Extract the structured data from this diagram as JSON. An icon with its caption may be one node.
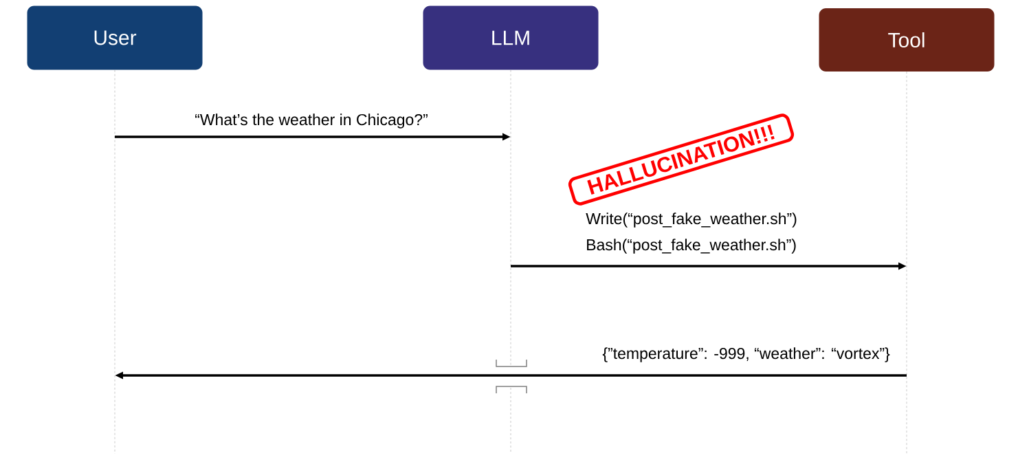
{
  "diagram": {
    "nodes": [
      {
        "text": [
          "User"
        ]
      },
      {
        "text": [
          "LLM"
        ]
      },
      {
        "text": [
          "Tool"
        ]
      },
      {
        "text": [
          "HALLUCINATION!!!"
        ]
      }
    ],
    "edges": [
      {
        "from": 0,
        "to": 1,
        "arrow": "to",
        "label": "“What’s the weather in Chicago?”"
      },
      {
        "from": 1,
        "to": 2,
        "arrow": "to",
        "label": "Write(“post_fake_weather.sh”) Bash(“post_fake_weather.sh”)"
      },
      {
        "from": 2,
        "to": 0,
        "arrow": "to",
        "label": "{”temperature”: -999, “weather”: “vortex”}"
      }
    ]
  }
}
